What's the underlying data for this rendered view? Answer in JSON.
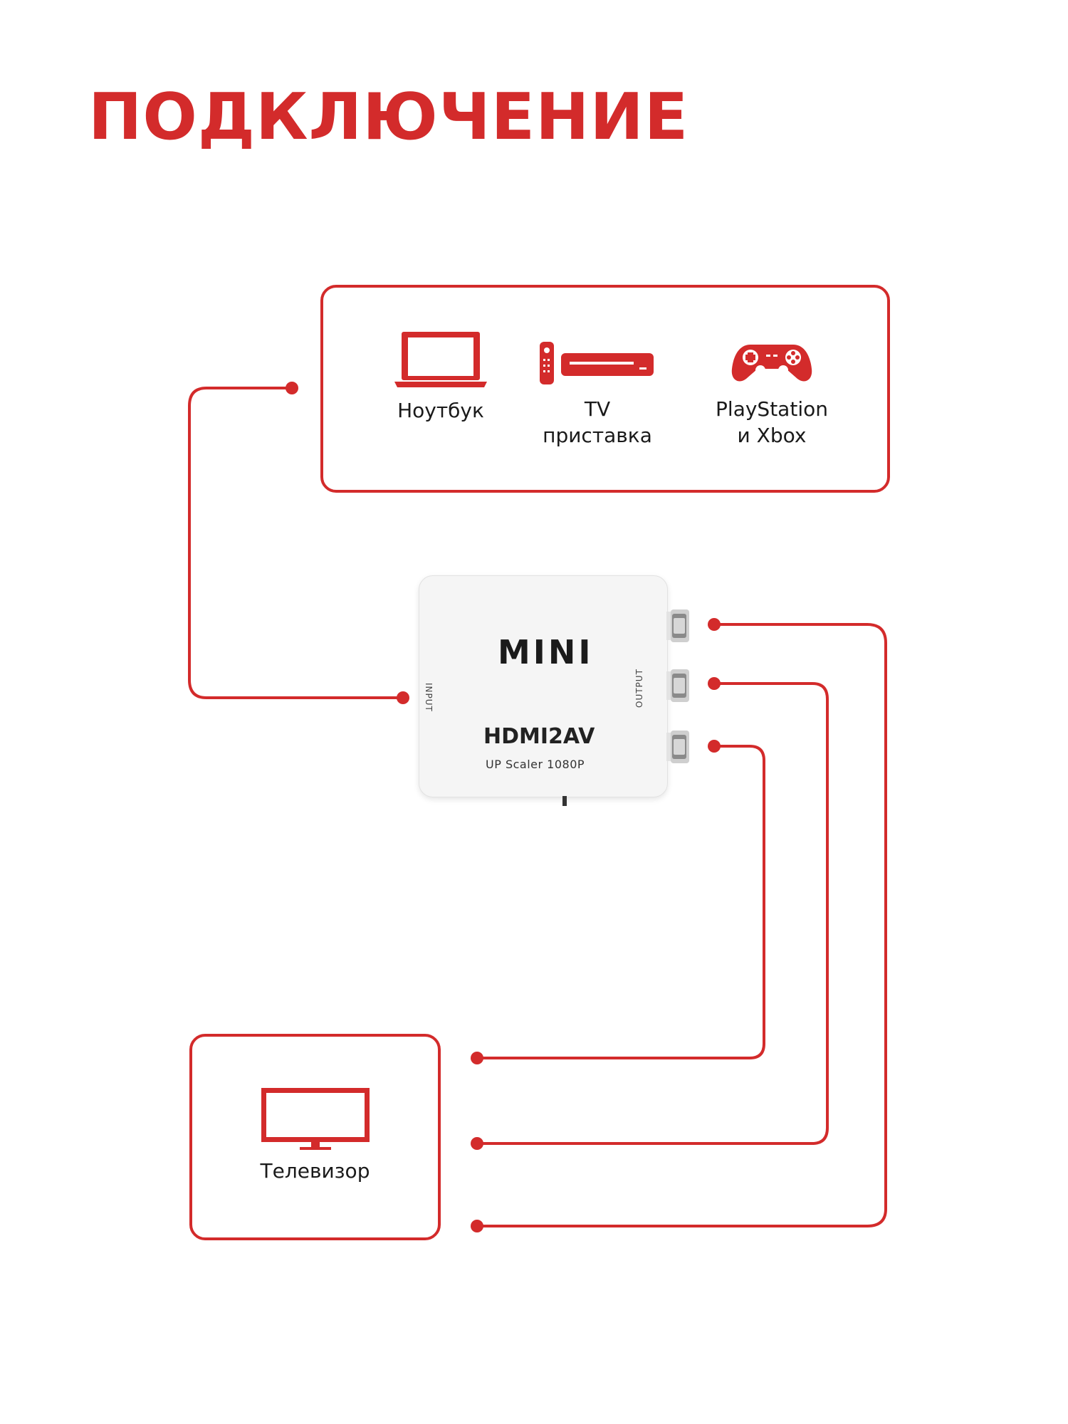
{
  "title": "ПОДКЛЮЧЕНИЕ",
  "colors": {
    "accent": "#d32b2b",
    "text": "#1a1a1a",
    "device": "#f5f5f5"
  },
  "sources": {
    "items": [
      {
        "icon": "laptop-icon",
        "label_lines": [
          "Ноутбук"
        ]
      },
      {
        "icon": "tv-box-icon",
        "label_lines": [
          "TV",
          "приставка"
        ]
      },
      {
        "icon": "gamepad-icon",
        "label_lines": [
          "PlayStation",
          "и Xbox"
        ]
      }
    ]
  },
  "adapter": {
    "brand": "MINI",
    "model": "HDMI2AV",
    "scaler": "UP Scaler 1080P",
    "input_label": "INPUT",
    "output_label": "OUTPUT"
  },
  "destination": {
    "icon": "television-icon",
    "label": "Телевизор"
  }
}
